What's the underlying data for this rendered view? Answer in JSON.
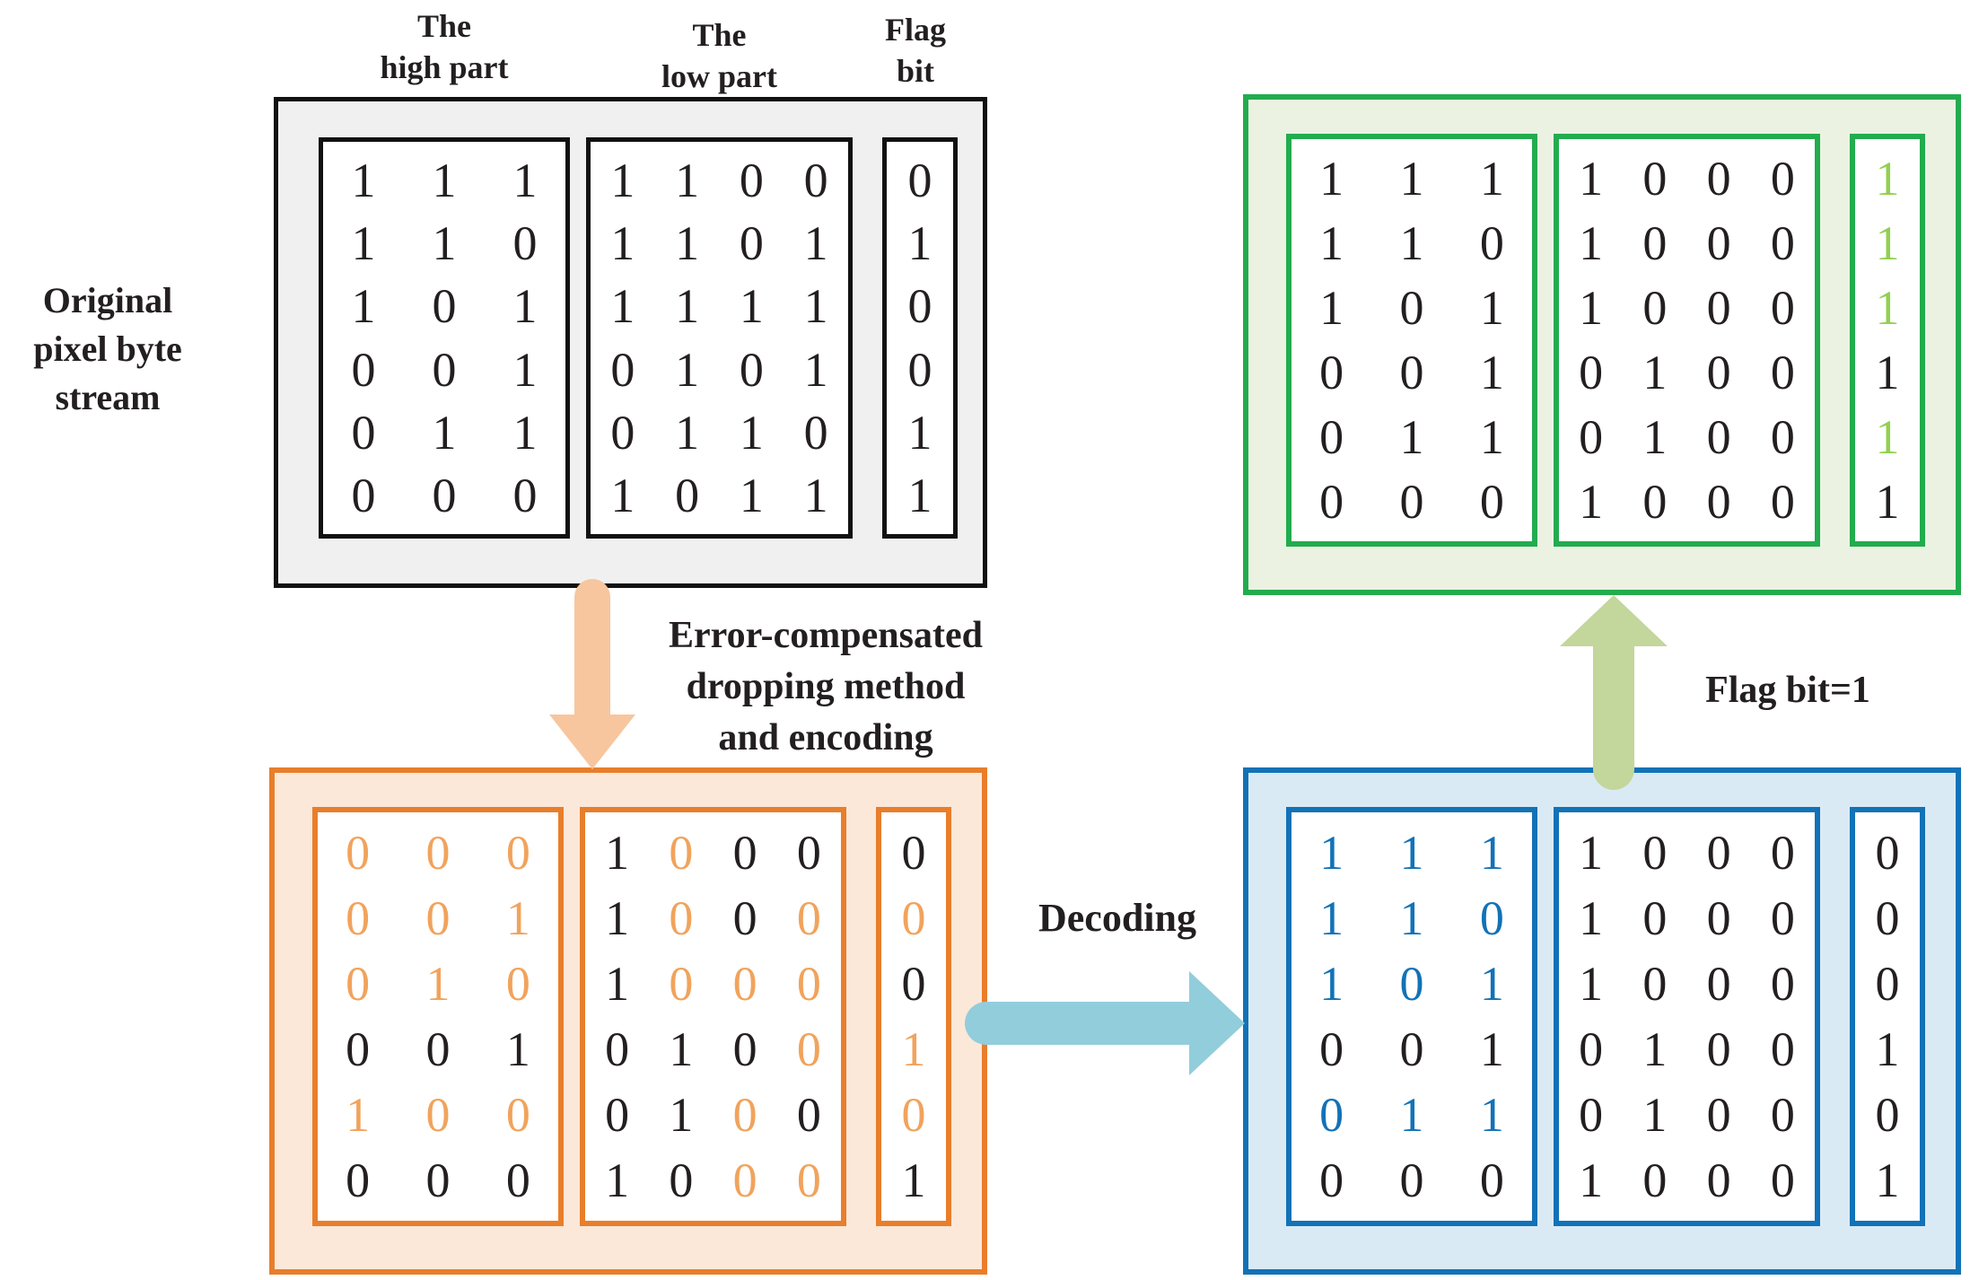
{
  "labels": {
    "original_stream": [
      "Original",
      "pixel byte",
      "stream"
    ],
    "col_high": [
      "The",
      "high part"
    ],
    "col_low": [
      "The",
      "low part"
    ],
    "col_flag": [
      "Flag",
      "bit"
    ],
    "encode_arrow": [
      "Error-compensated",
      "dropping method",
      "and encoding"
    ],
    "decode_arrow": "Decoding",
    "flag_arrow": "Flag bit=1"
  },
  "mask_colors": {
    "k": "#231F20",
    "o": "#F1A35C",
    "b": "#1272B7",
    "g": "#92D050"
  },
  "colors": {
    "gray_block_fill": "#F0F0F0",
    "gray_block_border": "#111111",
    "orange_block_fill": "#FBE8D9",
    "orange_block_border": "#E87E2B",
    "orange_digit": "#F1A35C",
    "blue_block_fill": "#DAEAF4",
    "blue_block_border": "#1272B7",
    "blue_digit": "#1272B7",
    "green_block_fill": "#EBF2E2",
    "green_block_border": "#22AC4E",
    "green_digit": "#92D050",
    "encode_arrow": "#F7C69E",
    "decode_arrow": "#92CDDC",
    "restore_arrow": "#C3D69B",
    "digit_black": "#231F20"
  },
  "blocks": {
    "original": {
      "high": [
        "111",
        "110",
        "101",
        "001",
        "011",
        "000"
      ],
      "high_mask": [
        "kkk",
        "kkk",
        "kkk",
        "kkk",
        "kkk",
        "kkk"
      ],
      "low": [
        "1100",
        "1101",
        "1111",
        "0101",
        "0110",
        "1011"
      ],
      "low_mask": [
        "kkkk",
        "kkkk",
        "kkkk",
        "kkkk",
        "kkkk",
        "kkkk"
      ],
      "flag": [
        "0",
        "1",
        "0",
        "0",
        "1",
        "1"
      ],
      "flag_mask": [
        "k",
        "k",
        "k",
        "k",
        "k",
        "k"
      ]
    },
    "encoded": {
      "high": [
        "000",
        "001",
        "010",
        "001",
        "100",
        "000"
      ],
      "high_mask": [
        "ooo",
        "ooo",
        "ooo",
        "kkk",
        "ooo",
        "kkk"
      ],
      "low": [
        "1000",
        "1000",
        "1000",
        "0100",
        "0100",
        "1000"
      ],
      "low_mask": [
        "kokk",
        "koko",
        "kooo",
        "kkko",
        "kkok",
        "kkoo"
      ],
      "flag": [
        "0",
        "0",
        "0",
        "1",
        "0",
        "1"
      ],
      "flag_mask": [
        "k",
        "o",
        "k",
        "o",
        "o",
        "k"
      ]
    },
    "decoded": {
      "high": [
        "111",
        "110",
        "101",
        "001",
        "011",
        "000"
      ],
      "high_mask": [
        "bbb",
        "bbb",
        "bbb",
        "kkk",
        "bbb",
        "kkk"
      ],
      "low": [
        "1000",
        "1000",
        "1000",
        "0100",
        "0100",
        "1000"
      ],
      "low_mask": [
        "kkkk",
        "kkkk",
        "kkkk",
        "kkkk",
        "kkkk",
        "kkkk"
      ],
      "flag": [
        "0",
        "0",
        "0",
        "1",
        "0",
        "1"
      ],
      "flag_mask": [
        "k",
        "k",
        "k",
        "k",
        "k",
        "k"
      ]
    },
    "restored": {
      "high": [
        "111",
        "110",
        "101",
        "001",
        "011",
        "000"
      ],
      "high_mask": [
        "kkk",
        "kkk",
        "kkk",
        "kkk",
        "kkk",
        "kkk"
      ],
      "low": [
        "1000",
        "1000",
        "1000",
        "0100",
        "0100",
        "1000"
      ],
      "low_mask": [
        "kkkk",
        "kkkk",
        "kkkk",
        "kkkk",
        "kkkk",
        "kkkk"
      ],
      "flag": [
        "1",
        "1",
        "1",
        "1",
        "1",
        "1"
      ],
      "flag_mask": [
        "g",
        "g",
        "g",
        "k",
        "g",
        "k"
      ]
    }
  }
}
